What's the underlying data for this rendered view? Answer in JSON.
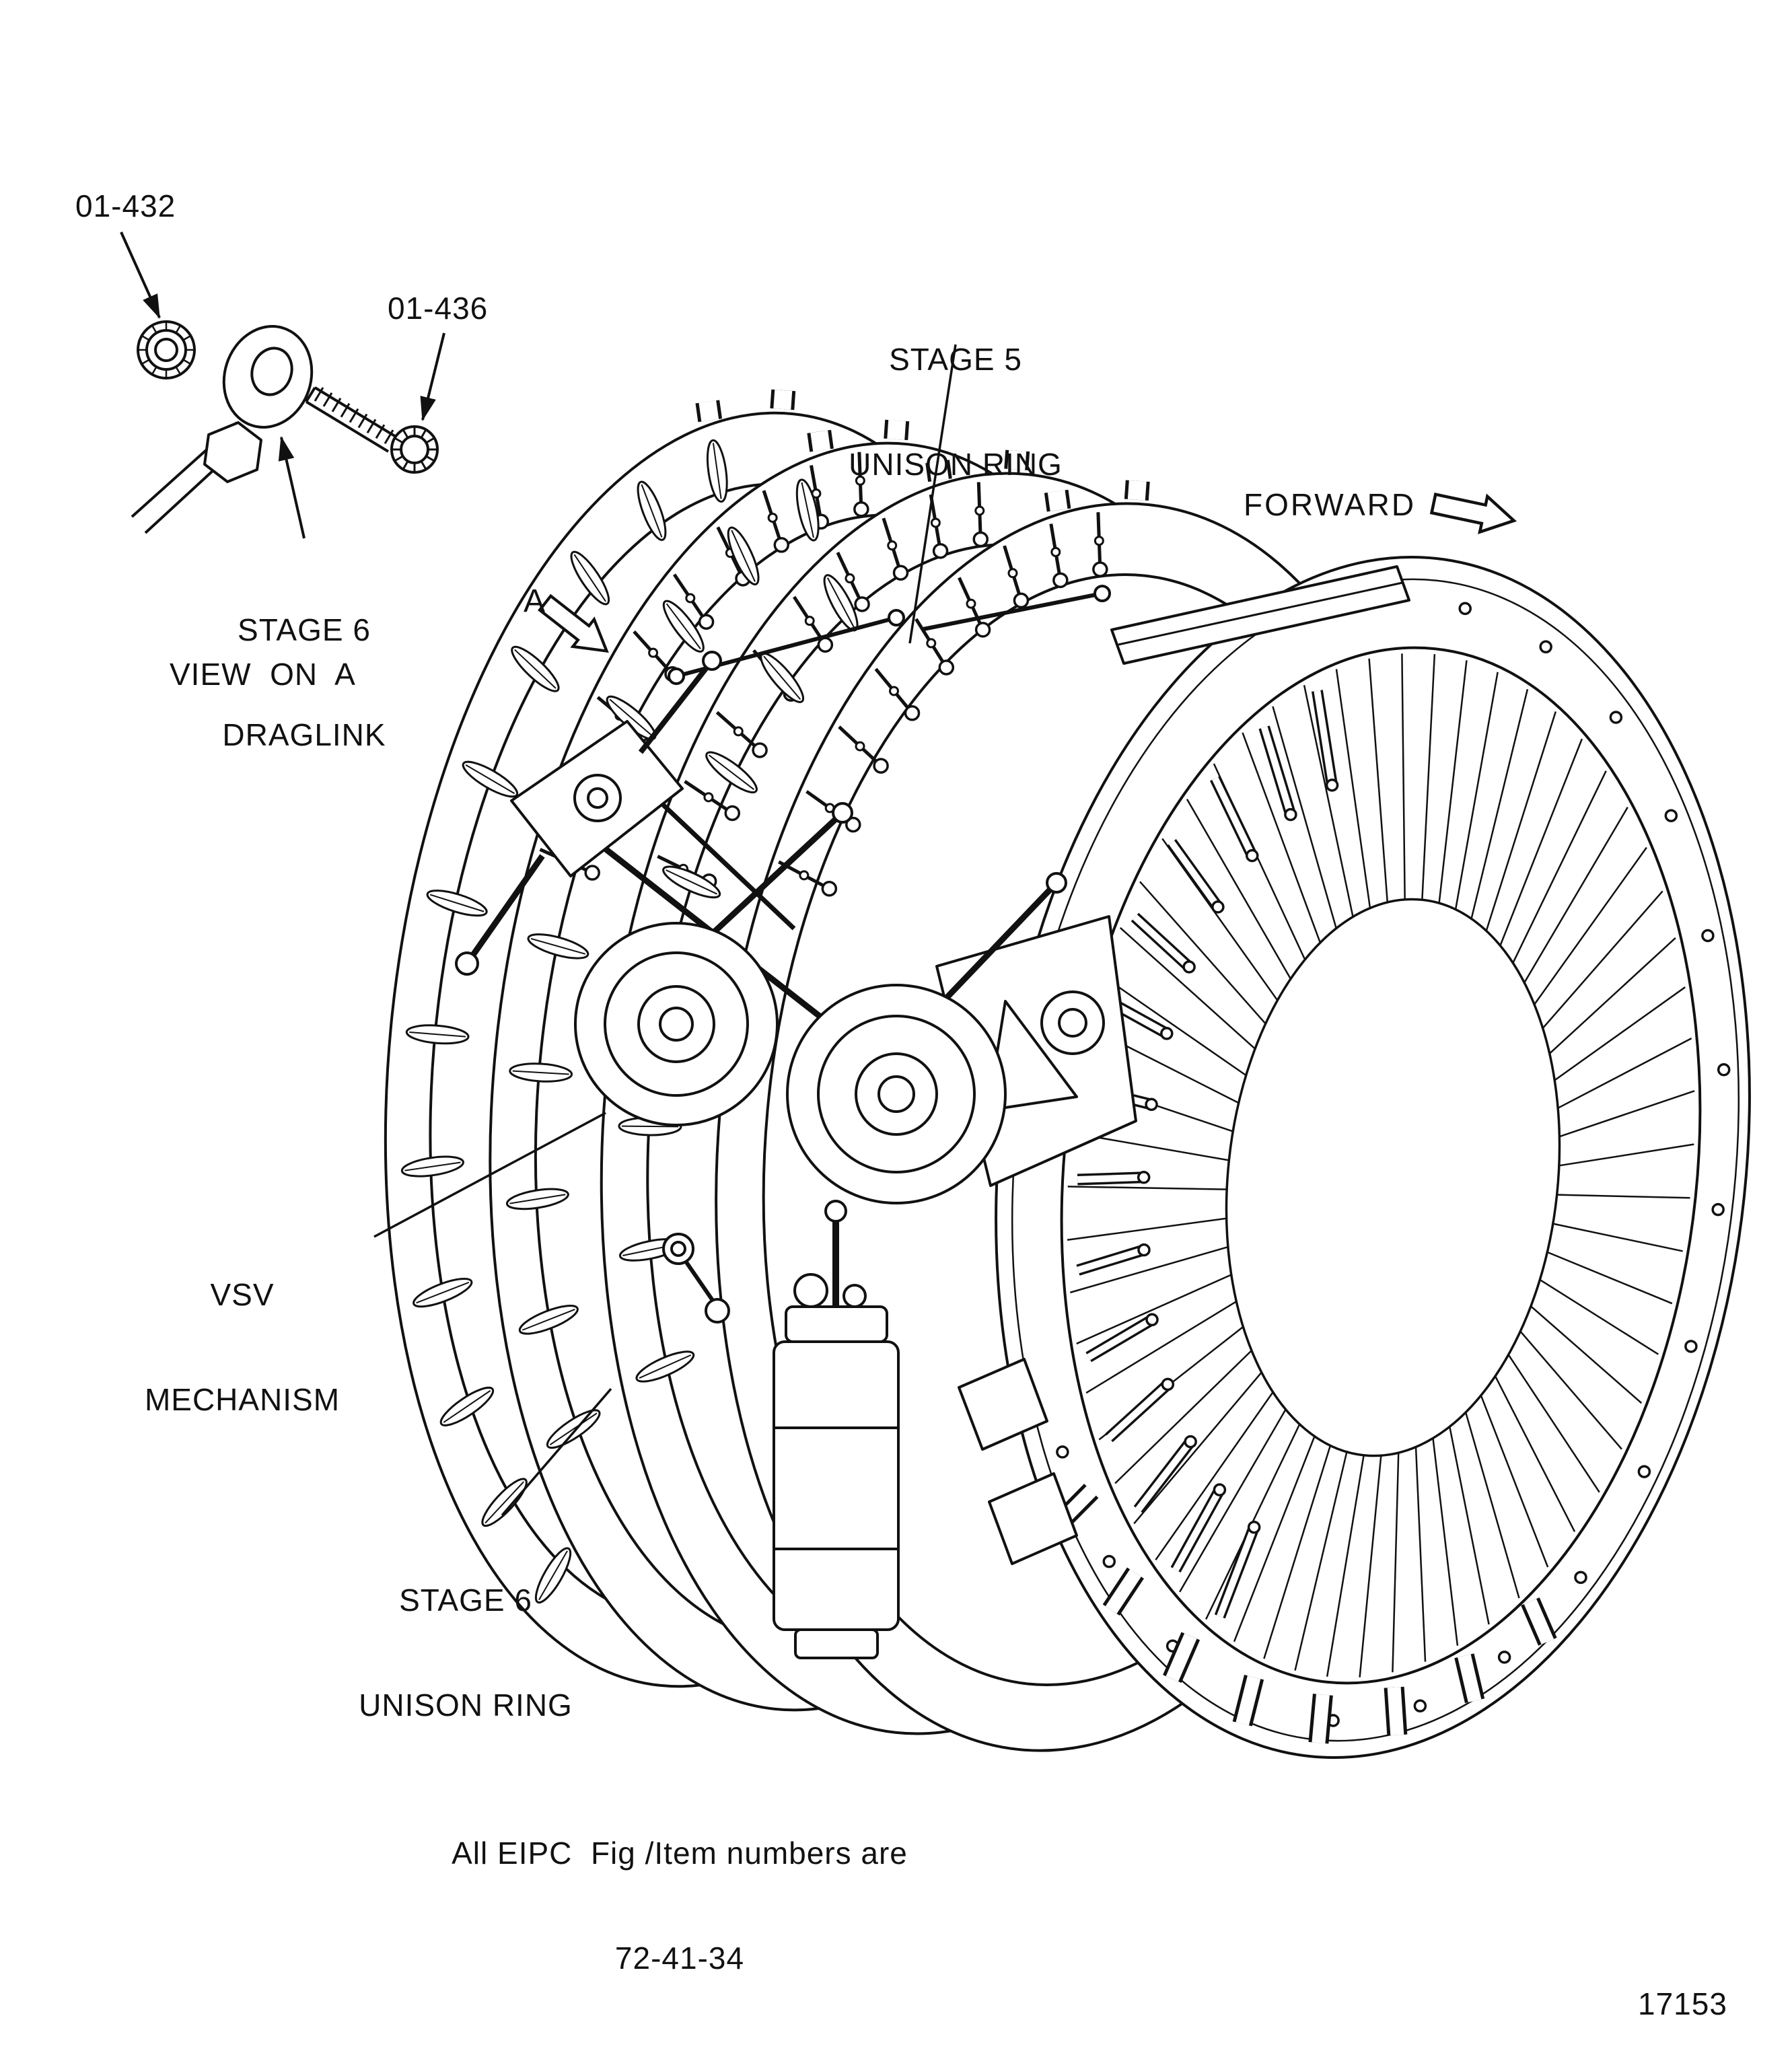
{
  "page": {
    "detail_view": {
      "part_number_nut": "01-432",
      "part_number_bolt": "01-436",
      "draglink_line1": "STAGE 6",
      "draglink_line2": "DRAGLINK",
      "view_label": "VIEW  ON  A"
    },
    "main_view": {
      "stage5_line1": "STAGE 5",
      "stage5_line2": "UNISON RING",
      "forward_label": "FORWARD",
      "section_letter": "A",
      "vsv_line1": "VSV",
      "vsv_line2": "MECHANISM",
      "stage6_line1": "STAGE 6",
      "stage6_line2": "UNISON RING"
    },
    "footer": {
      "note_line1": "All EIPC  Fig /Item numbers are",
      "note_line2": "72-41-34",
      "figure_number": "17153"
    },
    "colors": {
      "ink": "#111111",
      "paper": "#ffffff"
    }
  }
}
